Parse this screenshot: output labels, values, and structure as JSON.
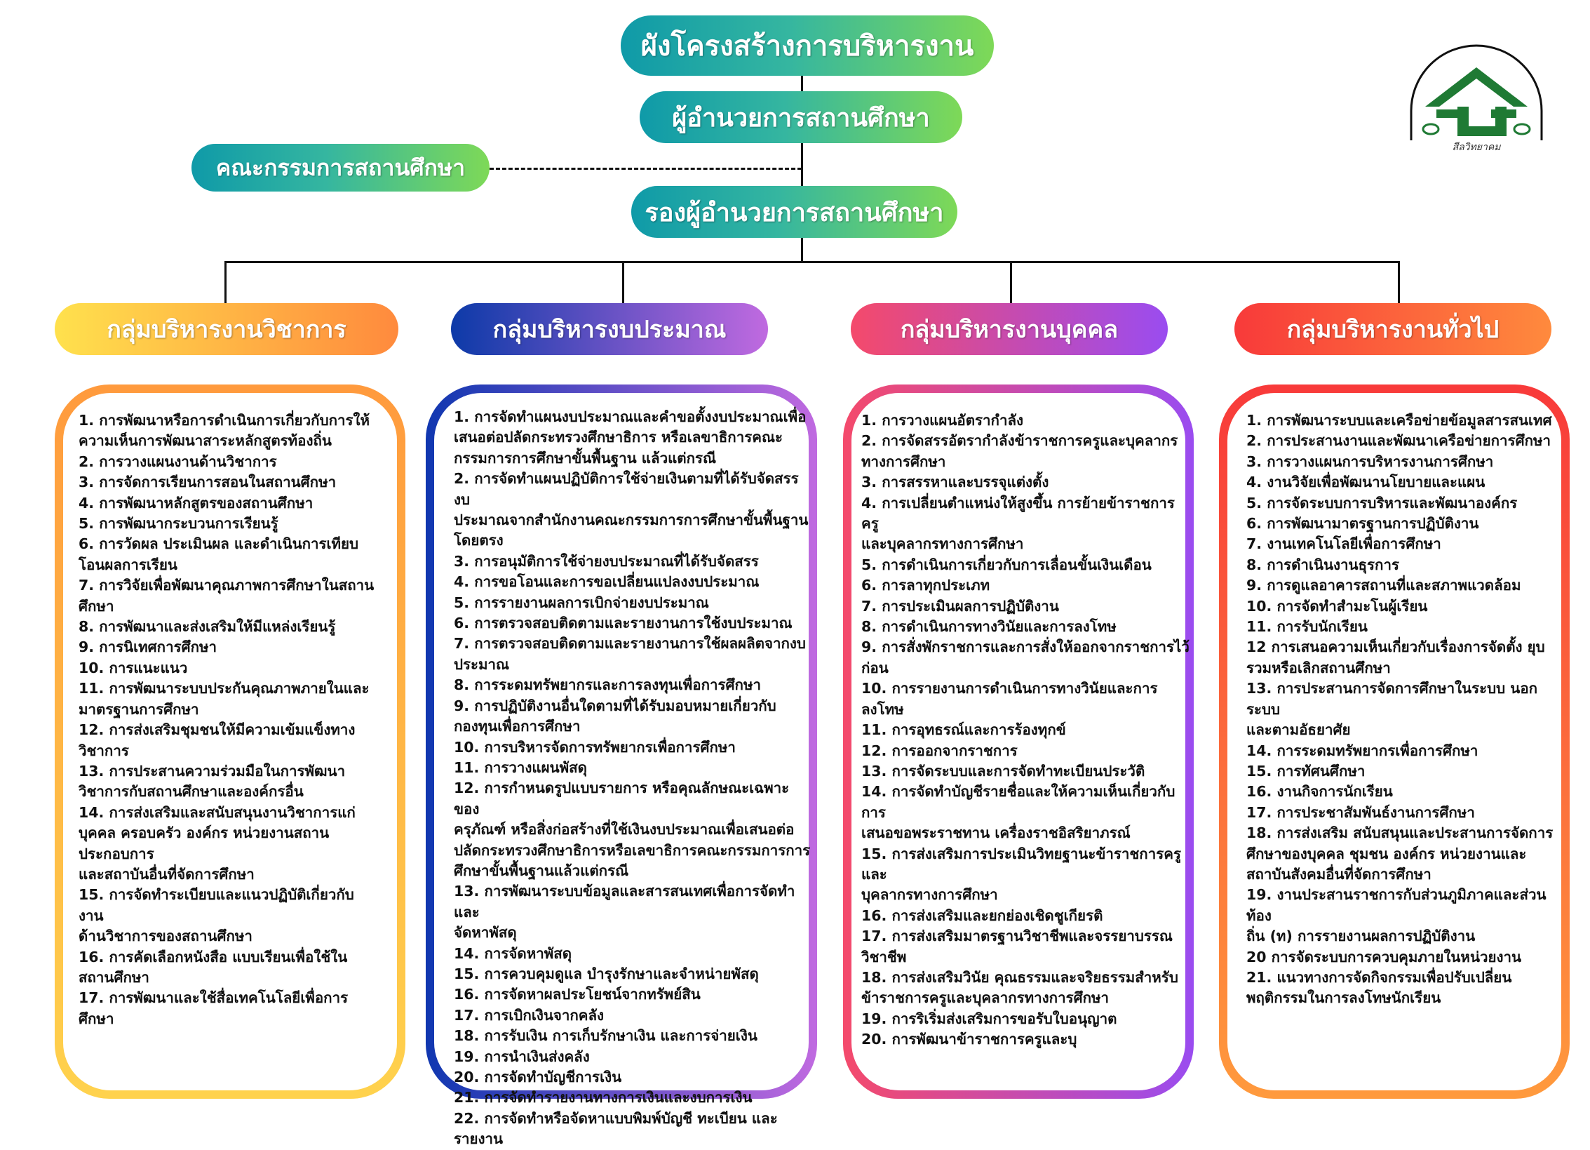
{
  "header": {
    "title": "ผังโครงสร้างการบริหารงาน",
    "director": "ผู้อำนวยการสถานศึกษา",
    "committee": "คณะกรรมการสถานศึกษา",
    "deputy": "รองผู้อำนวยการสถานศึกษา"
  },
  "logo": {
    "caption": "สีลวิทยาคม",
    "icon": "school-emblem-icon"
  },
  "groups": [
    {
      "title": "กลุ่มบริหารงานวิชาการ",
      "lines": [
        "1. การพัฒนาหรือการดำเนินการเกี่ยวกับการให้",
        "ความเห็นการพัฒนาสาระหลักสูตรท้องถิ่น",
        "2. การวางแผนงานด้านวิชาการ",
        "3. การจัดการเรียนการสอนในสถานศึกษา",
        "4. การพัฒนาหลักสูตรของสถานศึกษา",
        "5. การพัฒนากระบวนการเรียนรู้",
        "6. การวัดผล ประเมินผล และดำเนินการเทียบ",
        "โอนผลการเรียน",
        "7. การวิจัยเพื่อพัฒนาคุณภาพการศึกษาในสถาน",
        "ศึกษา",
        "8. การพัฒนาและส่งเสริมให้มีแหล่งเรียนรู้",
        "9. การนิเทศการศึกษา",
        "10. การแนะแนว",
        "11.  การพัฒนาระบบประกันคุณภาพภายในและ",
        "มาตรฐานการศึกษา",
        "12.  การส่งเสริมชุมชนให้มีความเข้มแข็งทาง",
        "วิชาการ",
        "13. การประสานความร่วมมือในการพัฒนา",
        "วิชาการกับสถานศึกษาและองค์กรอื่น",
        "14. การส่งเสริมและสนับสนุนงานวิชาการแก่",
        "บุคคล ครอบครัว องค์กร หน่วยงานสถาน",
        "ประกอบการ",
        "และสถาบันอื่นที่จัดการศึกษา",
        "15. การจัดทำระเบียบและแนวปฏิบัติเกี่ยวกับงาน",
        "ด้านวิชาการของสถานศึกษา",
        "16. การคัดเลือกหนังสือ แบบเรียนเพื่อใช้ใน",
        "สถานศึกษา",
        "17. การพัฒนาและใช้สื่อเทคโนโลยีเพื่อการศึกษา"
      ]
    },
    {
      "title": "กลุ่มบริหารงบประมาณ",
      "lines": [
        "1. การจัดทำแผนงบประมาณและคำขอตั้งงบประมาณเพื่อ",
        "เสนอต่อปลัดกระทรวงศึกษาธิการ หรือเลขาธิการคณะ",
        "กรรมการการศึกษาขั้นพื้นฐาน แล้วแต่กรณี",
        "2. การจัดทำแผนปฏิบัติการใช้จ่ายเงินตามที่ได้รับจัดสรรงบ",
        "ประมาณจากสำนักงานคณะกรรมการการศึกษาขั้นพื้นฐาน",
        "โดยตรง",
        "3. การอนุมัติการใช้จ่ายงบประมาณที่ได้รับจัดสรร",
        "4. การขอโอนและการขอเปลี่ยนแปลงงบประมาณ",
        "5. การรายงานผลการเบิกจ่ายงบประมาณ",
        "6. การตรวจสอบติดตามและรายงานการใช้งบประมาณ",
        "7. การตรวจสอบติดตามและรายงานการใช้ผลผลิตจากงบ",
        "ประมาณ",
        "8. การระดมทรัพยากรและการลงทุนเพื่อการศึกษา",
        "9. การปฏิบัติงานอื่นใดตามที่ได้รับมอบหมายเกี่ยวกับ",
        "กองทุนเพื่อการศึกษา",
        "10. การบริหารจัดการทรัพยากรเพื่อการศึกษา",
        "11. การวางแผนพัสดุ",
        "12. การกำหนดรูปแบบรายการ หรือคุณลักษณะเฉพาะของ",
        "ครุภัณฑ์ หรือสิ่งก่อสร้างที่ใช้เงินงบประมาณเพื่อเสนอต่อ",
        "ปลัดกระทรวงศึกษาธิการหรือเลขาธิการคณะกรรมการการ",
        "ศึกษาขั้นพื้นฐานแล้วแต่กรณี",
        "13. การพัฒนาระบบข้อมูลและสารสนเทศเพื่อการจัดทำและ",
        "จัดหาพัสดุ",
        "14. การจัดหาพัสดุ",
        "15. การควบคุมดูแล บำรุงรักษาและจำหน่ายพัสดุ",
        "16. การจัดหาผลประโยชน์จากทรัพย์สิน",
        "17. การเบิกเงินจากคลัง",
        "18. การรับเงิน การเก็บรักษาเงิน และการจ่ายเงิน",
        "19. การนำเงินส่งคลัง",
        "20. การจัดทำบัญชีการเงิน",
        "21. การจัดทำรายงานทางการเงินและงบการเงิน",
        "22. การจัดทำหรือจัดหาแบบพิมพ์บัญชี ทะเบียน และ",
        "รายงาน"
      ]
    },
    {
      "title": "กลุ่มบริหารงานบุคคล",
      "lines": [
        "1. การวางแผนอัตรากำลัง",
        "2. การจัดสรรอัตรากำลังข้าราชการครูและบุคลากร",
        "ทางการศึกษา",
        "3. การสรรหาและบรรจุแต่งตั้ง",
        "4. การเปลี่ยนตำแหน่งให้สูงขึ้น การย้ายข้าราชการครู",
        "และบุคลากรทางการศึกษา",
        "5. การดำเนินการเกี่ยวกับการเลื่อนขั้นเงินเดือน",
        "6. การลาทุกประเภท",
        "7. การประเมินผลการปฏิบัติงาน",
        "8. การดำเนินการทางวินัยและการลงโทษ",
        "9. การสั่งพักราชการและการสั่งให้ออกจากราชการไว้",
        "ก่อน",
        "10. การรายงานการดำเนินการทางวินัยและการลงโทษ",
        "11. การอุทธรณ์และการร้องทุกข์",
        "12. การออกจากราชการ",
        "13. การจัดระบบและการจัดทำทะเบียนประวัติ",
        "14. การจัดทำบัญชีรายชื่อและให้ความเห็นเกี่ยวกับการ",
        "เสนอขอพระราชทาน เครื่องราชอิสริยาภรณ์",
        "15. การส่งเสริมการประเมินวิทยฐานะข้าราชการครูและ",
        "บุคลากรทางการศึกษา",
        "16. การส่งเสริมและยกย่องเชิดชูเกียรติ",
        "17. การส่งเสริมมาตรฐานวิชาชีพและจรรยาบรรณ",
        "วิชาชีพ",
        "18. การส่งเสริมวินัย คุณธรรมและจริยธรรมสำหรับ",
        "ข้าราชการครูและบุคลากรทางการศึกษา",
        "19. การริเริ่มส่งเสริมการขอรับใบอนุญาต",
        "20. การพัฒนาข้าราชการครูและบุ"
      ]
    },
    {
      "title": "กลุ่มบริหารงานทั่วไป",
      "lines": [
        "1. การพัฒนาระบบและเครือข่ายข้อมูลสารสนเทศ",
        "2. การประสานงานและพัฒนาเครือข่ายการศึกษา",
        "3. การวางแผนการบริหารงานการศึกษา",
        "4. งานวิจัยเพื่อพัฒนานโยบายและแผน",
        "5. การจัดระบบการบริหารและพัฒนาองค์กร",
        "6. การพัฒนามาตรฐานการปฏิบัติงาน",
        "7. งานเทคโนโลยีเพื่อการศึกษา",
        "8. การดำเนินงานธุรการ",
        "9. การดูแลอาคารสถานที่และสภาพแวดล้อม",
        "10. การจัดทำสำมะโนผู้เรียน",
        "11. การรับนักเรียน",
        "12 การเสนอความเห็นเกี่ยวกับเรื่องการจัดตั้ง ยุบ",
        "รวมหรือเลิกสถานศึกษา",
        "13. การประสานการจัดการศึกษาในระบบ นอกระบบ",
        "และตามอัธยาศัย",
        "14. การระดมทรัพยากรเพื่อการศึกษา",
        "15. การทัศนศึกษา",
        "16. งานกิจการนักเรียน",
        "17. การประชาสัมพันธ์งานการศึกษา",
        "18. การส่งเสริม สนับสนุนและประสานการจัดการ",
        "ศึกษาของบุคคล ชุมชน องค์กร หน่วยงานและ",
        "สถาบันสังคมอื่นที่จัดการศึกษา",
        "19. งานประสานราชการกับส่วนภูมิภาคและส่วนท้อง",
        "ถิ่น (ท) การรายงานผลการปฏิบัติงาน",
        "20 การจัดระบบการควบคุมภายในหน่วยงาน",
        "21. แนวทางการจัดกิจกรรมเพื่อปรับเปลี่ยน",
        "พฤติกรรมในการลงโทษนักเรียน"
      ]
    }
  ]
}
